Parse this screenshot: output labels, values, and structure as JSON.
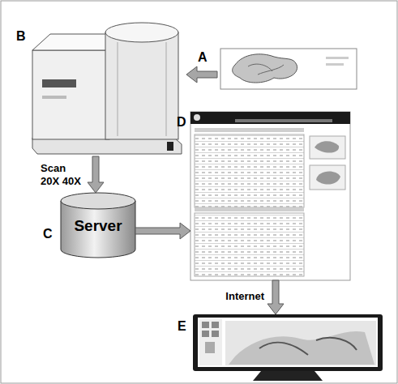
{
  "diagram": {
    "nodes": [
      {
        "text": [
          "B"
        ]
      },
      {
        "text": [
          "A"
        ]
      },
      {
        "text": [
          "C",
          "Server"
        ]
      },
      {
        "text": [
          "D"
        ]
      },
      {
        "text": [
          "E"
        ]
      }
    ],
    "edges": [
      {
        "from": 1,
        "to": 0,
        "arrow": "to"
      },
      {
        "from": 0,
        "to": 2,
        "arrow": "to",
        "label": "Scan 20X 40X"
      },
      {
        "from": 2,
        "to": 3,
        "arrow": "to"
      },
      {
        "from": 3,
        "to": 4,
        "arrow": "to",
        "label": "Internet"
      }
    ]
  }
}
